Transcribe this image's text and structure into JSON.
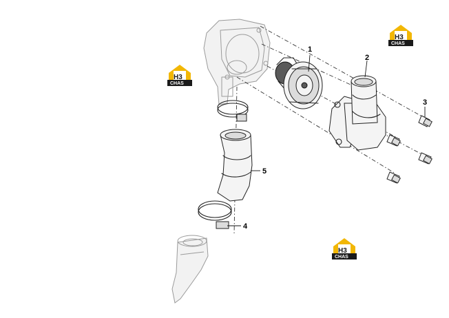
{
  "callouts": [
    {
      "id": "thermostat",
      "label": "1"
    },
    {
      "id": "thermostat-housing",
      "label": "2"
    },
    {
      "id": "bolt",
      "label": "3"
    },
    {
      "id": "hose-clamp-lower",
      "label": "4"
    },
    {
      "id": "coolant-hose",
      "label": "5"
    }
  ],
  "logo": {
    "mark": "H3",
    "text": "CHAS",
    "colors": {
      "primary": "#f2b705",
      "dark": "#1a1a1a",
      "light": "#ffffff"
    }
  }
}
